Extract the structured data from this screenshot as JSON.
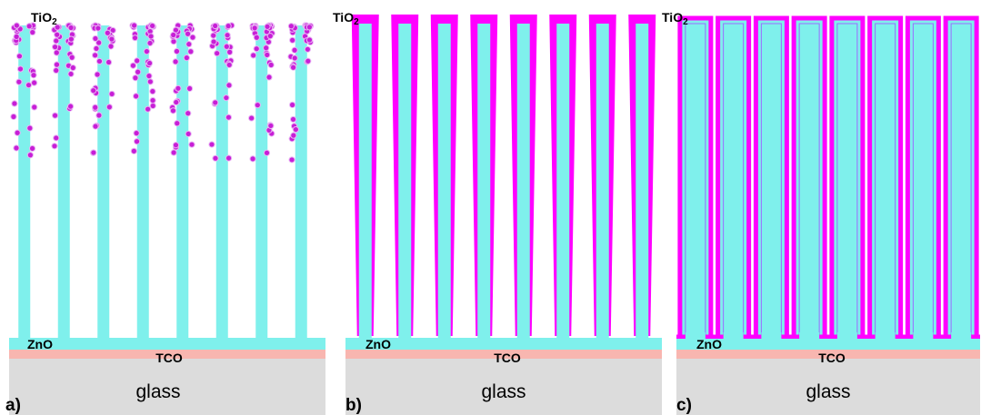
{
  "panels": [
    {
      "id": "a",
      "panel_label": "a)",
      "top_label_main": "TiO",
      "top_label_sub": "2",
      "zno_label": "ZnO",
      "tco_label": "TCO",
      "glass_label": "glass",
      "variant": "particles"
    },
    {
      "id": "b",
      "panel_label": "b)",
      "top_label_main": "TiO",
      "top_label_sub": "2",
      "zno_label": "ZnO",
      "tco_label": "TCO",
      "glass_label": "glass",
      "variant": "tapered-coating"
    },
    {
      "id": "c",
      "panel_label": "c)",
      "top_label_main": "TiO",
      "top_label_sub": "2",
      "zno_label": "ZnO",
      "tco_label": "TCO",
      "glass_label": "glass",
      "variant": "conformal-shell"
    }
  ],
  "colors": {
    "zno": "#7FF0EC",
    "tio2": "#FF00FF",
    "tio2_edge": "#9B6BFF",
    "tco": "#F8B6B0",
    "glass": "#DCDCDC",
    "particle_core": "#C71FD6",
    "particle_halo": "#E9B6F4",
    "text": "#000000"
  }
}
